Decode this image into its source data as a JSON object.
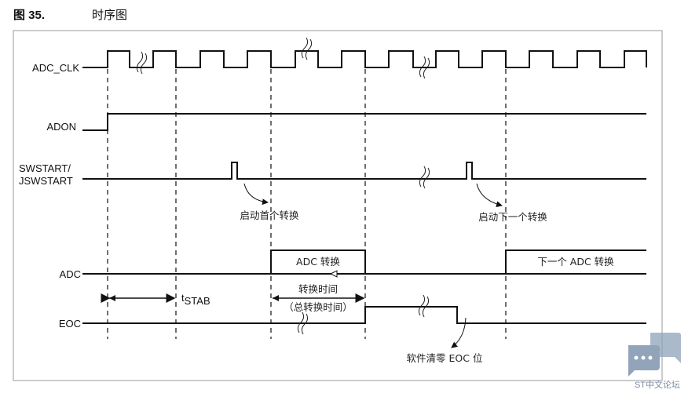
{
  "figure": {
    "number": "图 35.",
    "title": "时序图"
  },
  "signals": {
    "adc_clk": "ADC_CLK",
    "adon": "ADON",
    "swstart_line1": "SWSTART/",
    "swstart_line2": "JSWSTART",
    "adc": "ADC",
    "eoc": "EOC"
  },
  "annotations": {
    "start_first": "启动首个转换",
    "start_next": "启动下一个转换",
    "adc_conversion": "ADC 转换",
    "next_adc_conversion": "下一个 ADC 转换",
    "conversion_time": "转换时间",
    "total_conversion_time": "（总转换时间）",
    "tstab_t": "t",
    "tstab_sub": "STAB",
    "clear_eoc": "软件清零 EOC 位"
  },
  "watermark": "ST中文论坛"
}
